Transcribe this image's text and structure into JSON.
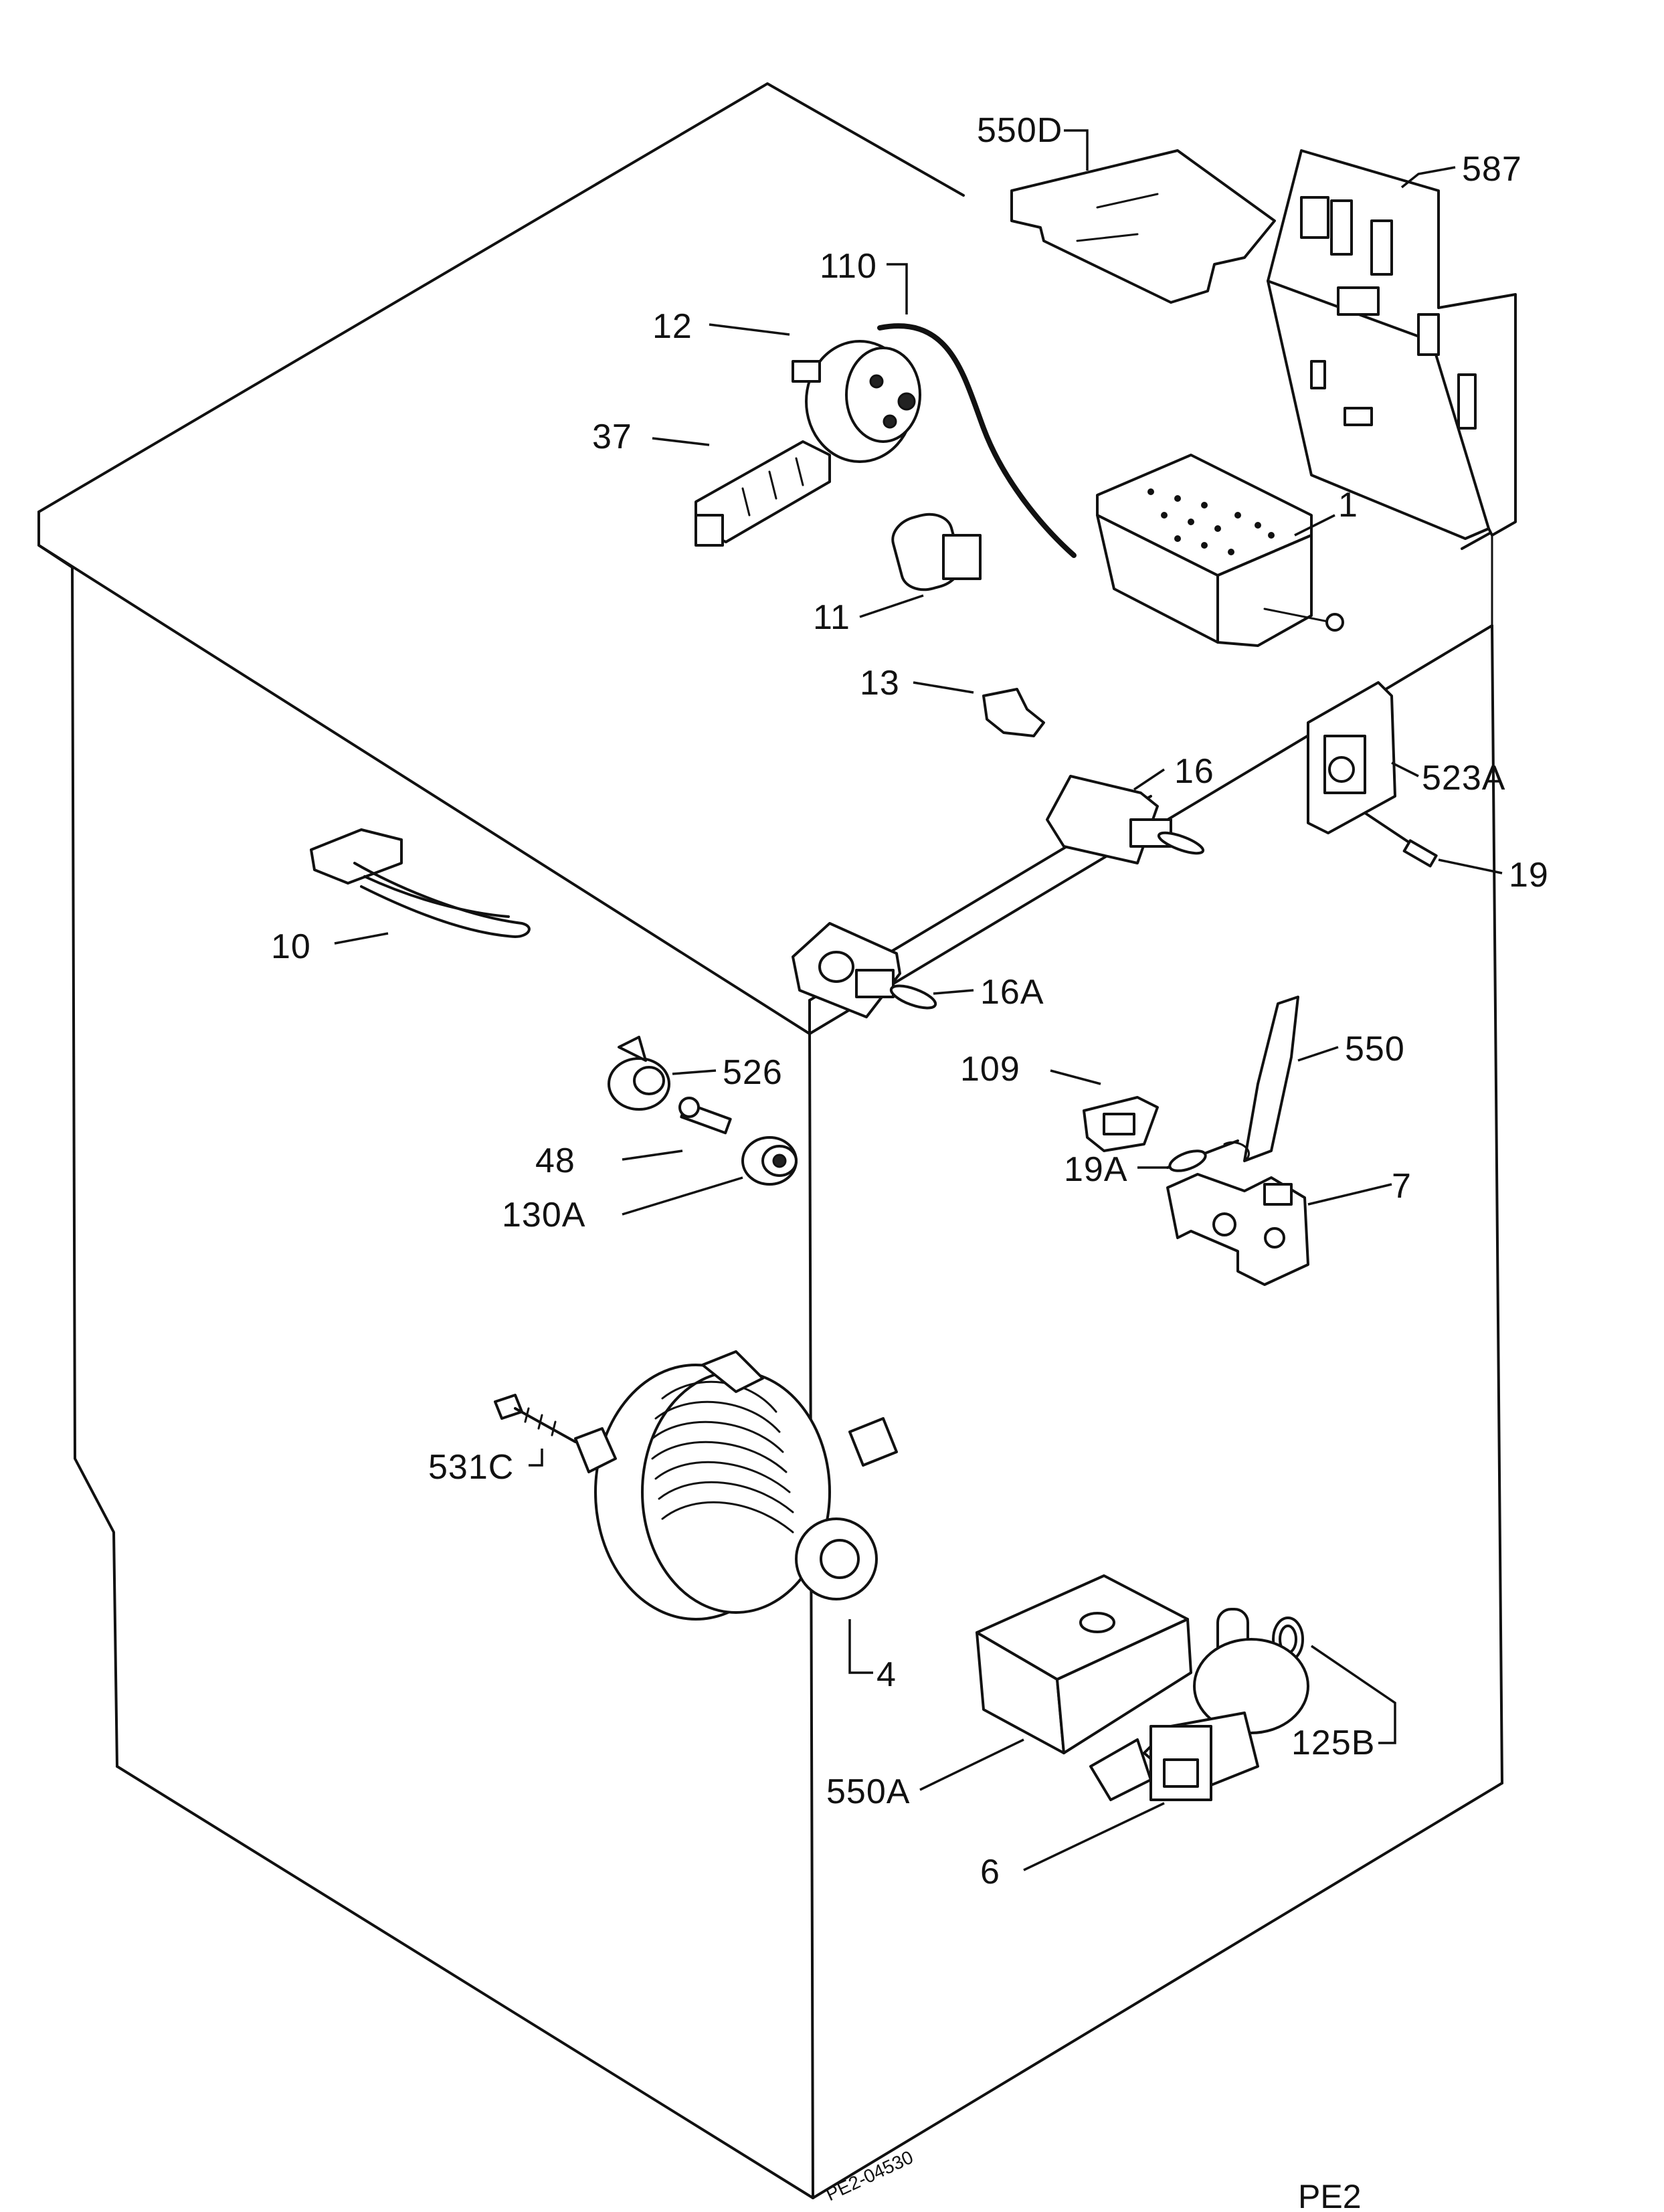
{
  "callouts": {
    "c550D": "550D",
    "c587": "587",
    "c110": "110",
    "c12": "12",
    "c37": "37",
    "c1": "1",
    "c11": "11",
    "c13": "13",
    "c523A": "523A",
    "c16": "16",
    "c19": "19",
    "c10": "10",
    "c16A": "16A",
    "c526": "526",
    "c109": "109",
    "c550": "550",
    "c48": "48",
    "c19A": "19A",
    "c7": "7",
    "c130A": "130A",
    "c531C": "531C",
    "c4": "4",
    "c125B": "125B",
    "c550A": "550A",
    "c6": "6"
  },
  "drawing_code": "PE2-04530",
  "sheet_id": "PE2"
}
